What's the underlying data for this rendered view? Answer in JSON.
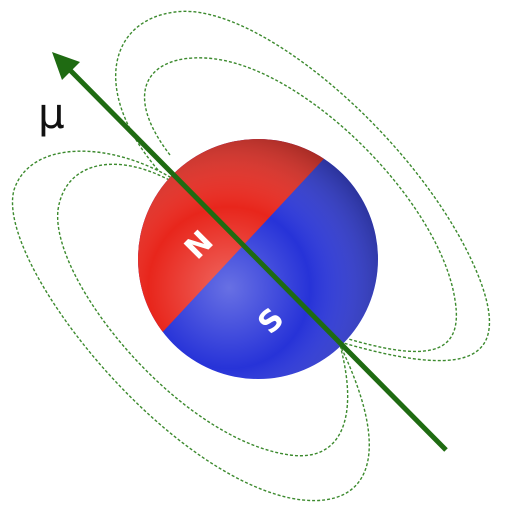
{
  "diagram": {
    "moment_symbol": "μ",
    "north_label": "N",
    "south_label": "S",
    "colors": {
      "north": "#e8261c",
      "south": "#2733d8",
      "axis": "#1f6b12",
      "field_lines": "#3c8a2e",
      "label_text": "#ffffff",
      "symbol_text": "#111111"
    }
  }
}
